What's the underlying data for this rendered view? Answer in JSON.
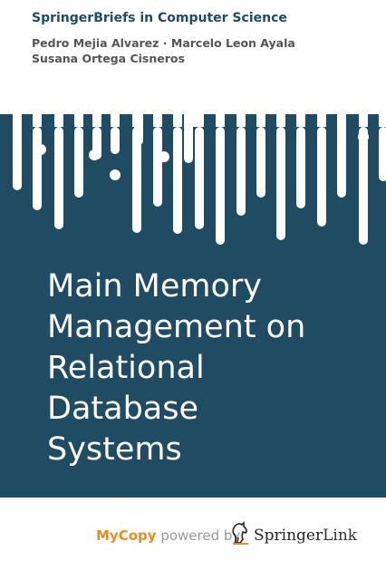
{
  "cover": {
    "series": "SpringerBriefs in Computer Science",
    "authors_line1": "Pedro Mejia Alvarez · Marcelo Leon Ayala",
    "authors_line2": "Susana Ortega Cisneros",
    "title_lines": [
      "Main Memory",
      "Management on",
      "Relational",
      "Database",
      "Systems"
    ]
  },
  "footer": {
    "mycopy": "MyCopy",
    "powered_by": "powered by",
    "springer": "Springer",
    "link": "Link"
  },
  "colors": {
    "panel": "#1f4b63",
    "accent_orange": "#f08a19"
  },
  "icons": [
    "springer-horse-logo-icon"
  ]
}
